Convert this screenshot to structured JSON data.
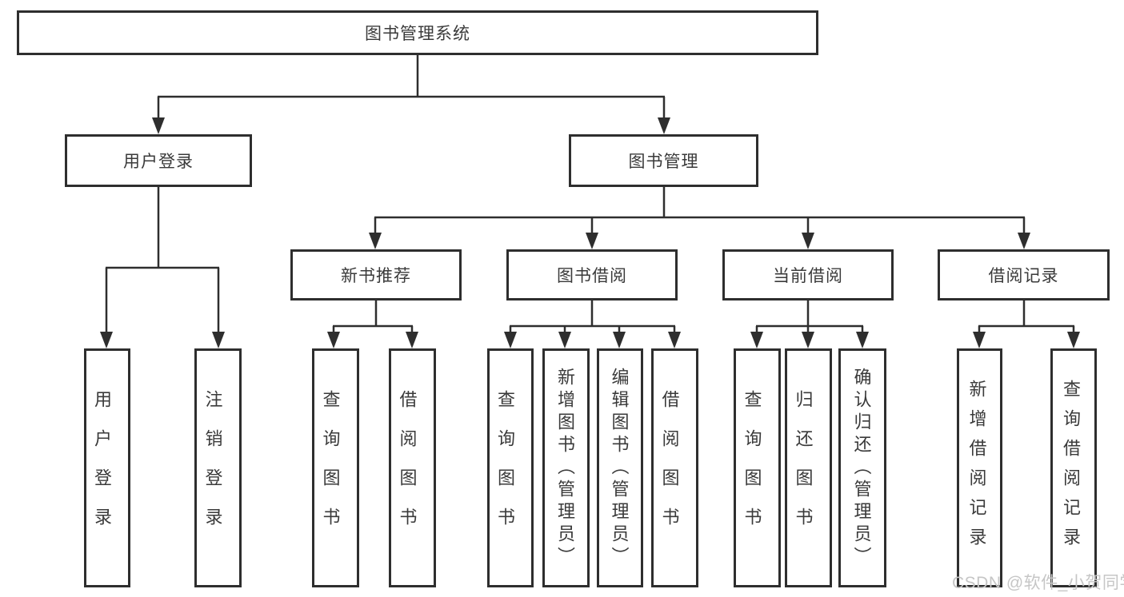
{
  "colors": {
    "line": "#2e2e2e",
    "box_border": "#2e2e2e",
    "text": "#3a3a3a",
    "watermark": "#c6c6c6",
    "background": "#ffffff"
  },
  "tree": {
    "label": "图书管理系统",
    "children": [
      {
        "label": "用户登录",
        "children": [
          {
            "label": "用户登录"
          },
          {
            "label": "注销登录"
          }
        ]
      },
      {
        "label": "图书管理",
        "children": [
          {
            "label": "新书推荐",
            "children": [
              {
                "label": "查询图书"
              },
              {
                "label": "借阅图书"
              }
            ]
          },
          {
            "label": "图书借阅",
            "children": [
              {
                "label": "查询图书"
              },
              {
                "label": "新增图书（管理员）"
              },
              {
                "label": "编辑图书（管理员）"
              },
              {
                "label": "借阅图书"
              }
            ]
          },
          {
            "label": "当前借阅",
            "children": [
              {
                "label": "查询图书"
              },
              {
                "label": "归还图书"
              },
              {
                "label": "确认归还（管理员）"
              }
            ]
          },
          {
            "label": "借阅记录",
            "children": [
              {
                "label": "新增借阅记录"
              },
              {
                "label": "查询借阅记录"
              }
            ]
          }
        ]
      }
    ]
  },
  "watermark": {
    "text": "CSDN @软件_小贺同学"
  }
}
